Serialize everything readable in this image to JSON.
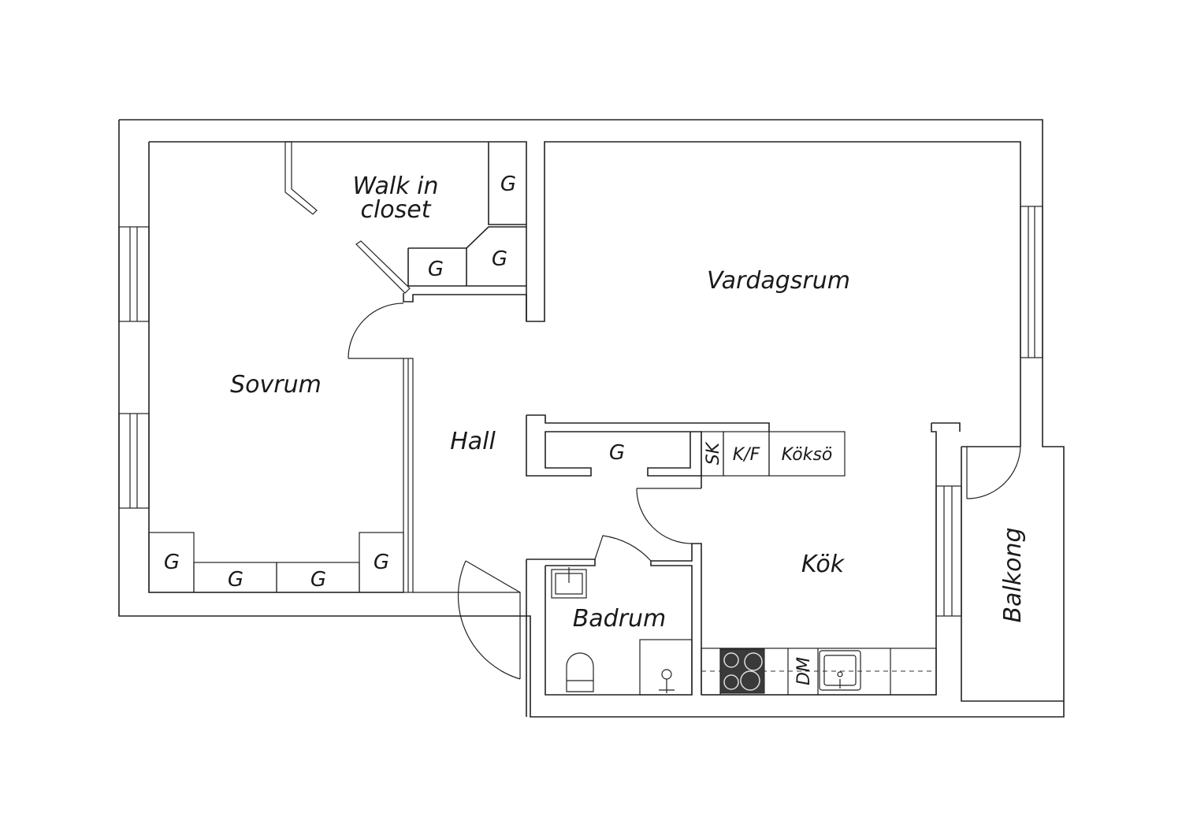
{
  "rooms": {
    "walk_in_line1": "Walk in",
    "walk_in_line2": "closet",
    "vardagsrum": "Vardagsrum",
    "sovrum": "Sovrum",
    "hall": "Hall",
    "kok": "Kök",
    "badrum": "Badrum",
    "balkong": "Balkong"
  },
  "storage_label": "G",
  "kitchen": {
    "sk": "SK",
    "kf": "K/F",
    "koksko": "Köksö",
    "dm": "DM"
  },
  "colors": {
    "line": "#222222",
    "background": "#ffffff",
    "hob": "#3a3a3a"
  }
}
